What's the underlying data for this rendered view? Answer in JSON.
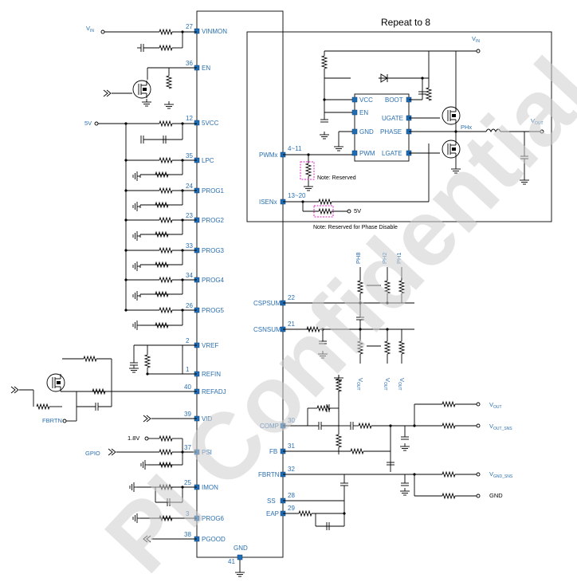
{
  "block_title": "Repeat to 8",
  "watermark": "PI Confidential",
  "notes": {
    "reserved": "Note: Reserved",
    "reserved_phase_disable": "Note: Reserved for Phase Disable"
  },
  "left_pins": [
    {
      "num": "27",
      "name": "VINMON"
    },
    {
      "num": "36",
      "name": "EN"
    },
    {
      "num": "12",
      "name": "5VCC"
    },
    {
      "num": "35",
      "name": "LPC"
    },
    {
      "num": "24",
      "name": "PROG1"
    },
    {
      "num": "23",
      "name": "PROG2"
    },
    {
      "num": "33",
      "name": "PROG3"
    },
    {
      "num": "34",
      "name": "PROG4"
    },
    {
      "num": "26",
      "name": "PROG5"
    },
    {
      "num": "2",
      "name": "VREF"
    },
    {
      "num": "1",
      "name": "REFIN"
    },
    {
      "num": "40",
      "name": "REFADJ"
    },
    {
      "num": "39",
      "name": "VID"
    },
    {
      "num": "37",
      "name": "PSI"
    },
    {
      "num": "25",
      "name": "IMON"
    },
    {
      "num": "3",
      "name": "PROG6"
    },
    {
      "num": "38",
      "name": "PGOOD"
    }
  ],
  "right_pins": [
    {
      "num": "4~11",
      "name": "PWMx"
    },
    {
      "num": "13~20",
      "name": "ISENx"
    },
    {
      "num": "22",
      "name": "CSPSUM"
    },
    {
      "num": "21",
      "name": "CSNSUM"
    },
    {
      "num": "30",
      "name": "COMP"
    },
    {
      "num": "31",
      "name": "FB"
    },
    {
      "num": "32",
      "name": "FBRTN"
    },
    {
      "num": "28",
      "name": "SS"
    },
    {
      "num": "29",
      "name": "EAP"
    }
  ],
  "gnd_pin": {
    "num": "41",
    "name": "GND"
  },
  "driver_pins": {
    "vcc": "VCC",
    "en": "EN",
    "gnd": "GND",
    "pwm": "PWM",
    "boot": "BOOT",
    "ugate": "UGATE",
    "phase": "PHASE",
    "lgate": "LGATE"
  },
  "nets": {
    "vin_left": "V",
    "vin_left_sub": "IN",
    "five_v_left": "5V",
    "v18": "1.8V",
    "gpio": "GPIO",
    "fbrtn": "FBRTN",
    "vin_block": "V",
    "vin_block_sub": "IN",
    "phx": "PHx",
    "vout_block": "V",
    "vout_block_sub": "OUT",
    "five_v_isen": "5V",
    "ph8": "PH8",
    "ph2": "PH2",
    "ph1": "PH1",
    "vout_cs": "V",
    "vout_cs_sub": "OUT",
    "vout_right": "V",
    "vout_right_sub": "OUT",
    "vout_sns": "V",
    "vout_sns_sub": "OUT_SNS",
    "vgnd_sns": "V",
    "vgnd_sns_sub": "GND_SNS",
    "gnd": "GND"
  }
}
